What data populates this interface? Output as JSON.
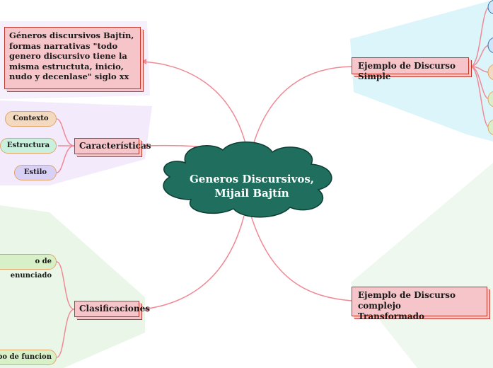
{
  "central_topic": {
    "line1": "Generos Discursivos,",
    "line2": "Mijail Bajtín"
  },
  "top_left_note": {
    "text": "Géneros discursivos Bajtín, formas narrativas \"todo genero discursivo tiene la misma estructuta, inicio, nudo y decenlase\" siglo xx"
  },
  "caracteristicas": {
    "label": "Características",
    "children": [
      "Contexto",
      "Estructura",
      "Estilo"
    ]
  },
  "clasificaciones": {
    "label": "Clasificaciones",
    "children": [
      "o de enunciado",
      "ipo de funcion"
    ]
  },
  "ejemplo_simple": {
    "label": "Ejemplo de Discurso Simple"
  },
  "ejemplo_complejo": {
    "line1": "Ejemplo de Discurso complejo",
    "line2": "Transformado"
  },
  "colors": {
    "central_fill": "#1f6e5e",
    "branch_line": "#f08a96",
    "node_fill": "#f5c5c9",
    "node_border": "#c0392b",
    "region_blue": "#dff6fb",
    "region_purple": "#f1e9fb",
    "region_green": "#e9f7e8"
  }
}
